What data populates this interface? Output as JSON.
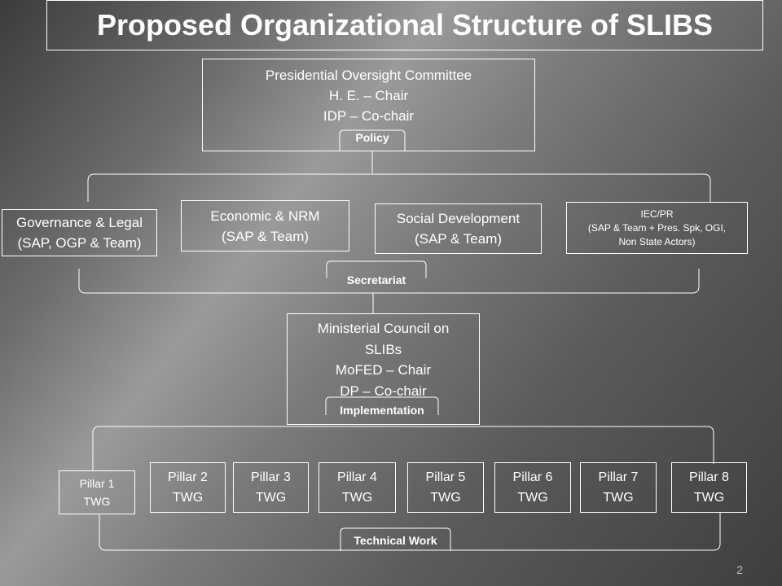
{
  "title": "Proposed Organizational Structure of SLIBS",
  "presidential": {
    "lines": [
      "Presidential Oversight Committee",
      "H. E. – Chair",
      "IDP – Co-chair"
    ],
    "label": "Policy"
  },
  "groups": [
    {
      "lines": [
        "Governance & Legal",
        "(SAP, OGP & Team)"
      ]
    },
    {
      "lines": [
        "Economic & NRM",
        "(SAP & Team)"
      ]
    },
    {
      "lines": [
        "Social Development",
        "(SAP & Team)"
      ]
    },
    {
      "lines": [
        "IEC/PR",
        "(SAP & Team + Pres. Spk, OGI,",
        "Non State Actors)"
      ]
    }
  ],
  "secretariat_label": "Secretariat",
  "ministerial": {
    "lines": [
      "Ministerial Council on",
      "SLIBs",
      "MoFED – Chair",
      "DP – Co-chair"
    ],
    "label": "Implementation"
  },
  "pillars": [
    {
      "name": "Pillar 1",
      "sub": "TWG"
    },
    {
      "name": "Pillar 2",
      "sub": "TWG"
    },
    {
      "name": "Pillar 3",
      "sub": "TWG"
    },
    {
      "name": "Pillar 4",
      "sub": "TWG"
    },
    {
      "name": "Pillar 5",
      "sub": "TWG"
    },
    {
      "name": "Pillar 6",
      "sub": "TWG"
    },
    {
      "name": "Pillar 7",
      "sub": "TWG"
    },
    {
      "name": "Pillar 8",
      "sub": "TWG"
    }
  ],
  "technical_label": "Technical Work",
  "page_number": "2"
}
